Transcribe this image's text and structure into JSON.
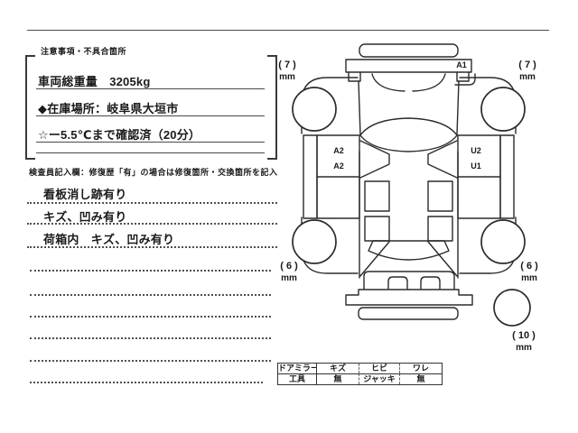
{
  "notes_box": {
    "header": "注意事項・不具合箇所",
    "rows": [
      "車両総重量　3205kg",
      "◆在庫場所：岐阜県大垣市",
      "☆ー5.5℃まで確認済（20分）"
    ]
  },
  "inspector_section": {
    "header": "検査員記入欄：修復歴「有」の場合は修復箇所・交換箇所を記入",
    "rows": [
      "看板消し跡有り",
      "キズ、凹み有り",
      "荷箱内　キズ、凹み有り"
    ]
  },
  "diagram": {
    "panel_labels": {
      "a1": "A1",
      "a2_upper": "A2",
      "a2_lower": "A2",
      "u2": "U2",
      "u1": "U1"
    },
    "tread_depths": {
      "front_left": {
        "value": "7",
        "unit": "mm"
      },
      "front_right": {
        "value": "7",
        "unit": "mm"
      },
      "rear_left": {
        "value": "6",
        "unit": "mm"
      },
      "rear_right": {
        "value": "6",
        "unit": "mm"
      },
      "spare": {
        "value": "10",
        "unit": "mm"
      }
    }
  },
  "equipment_table": {
    "row1": [
      "ドアミラー",
      "キズ",
      "ヒビ",
      "ワレ"
    ],
    "row2": [
      "工具",
      "無",
      "ジャッキ",
      "無"
    ]
  },
  "colors": {
    "ink": "#1a1a1a",
    "line": "#3a3a3a"
  }
}
